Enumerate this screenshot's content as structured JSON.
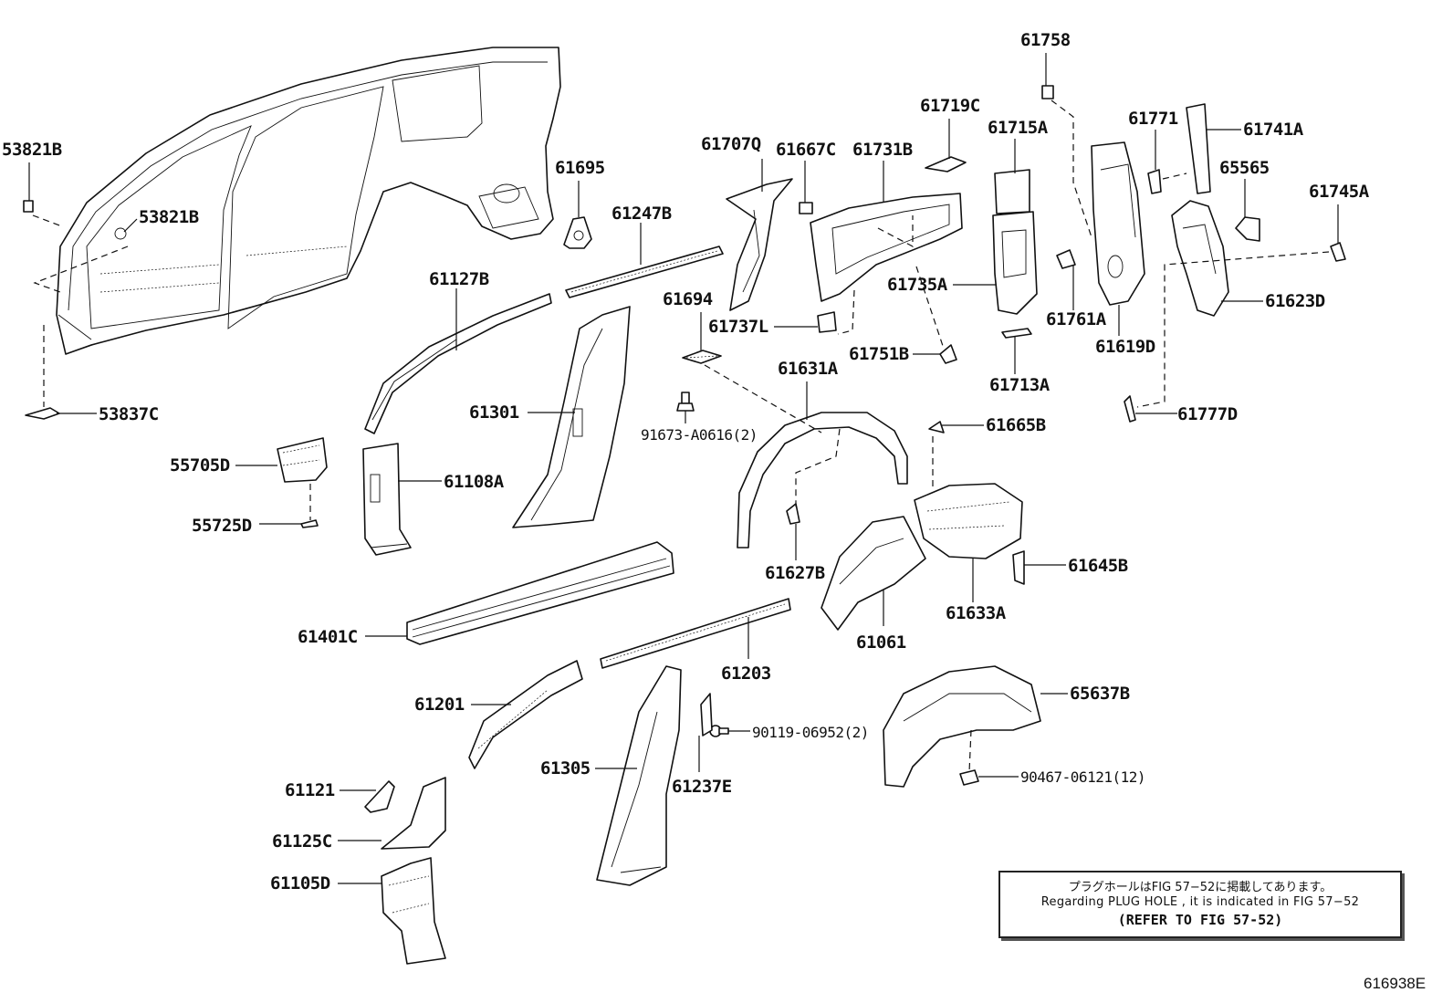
{
  "labels": {
    "p61758": "61758",
    "p53821B_a": "53821B",
    "p53821B_b": "53821B",
    "p53837C": "53837C",
    "p61695": "61695",
    "p61247B": "61247B",
    "p61707Q": "61707Q",
    "p61667C": "61667C",
    "p61731B": "61731B",
    "p61719C": "61719C",
    "p61715A": "61715A",
    "p61771": "61771",
    "p61741A": "61741A",
    "p65565": "65565",
    "p61745A": "61745A",
    "p61127B": "61127B",
    "p61694": "61694",
    "p61737L": "61737L",
    "p61735A": "61735A",
    "p61761A": "61761A",
    "p61619D": "61619D",
    "p61623D": "61623D",
    "p61751B": "61751B",
    "p61713A": "61713A",
    "p61631A": "61631A",
    "p61301": "61301",
    "p91673": "91673-A0616(2)",
    "p61777D": "61777D",
    "p61665B": "61665B",
    "p55705D": "55705D",
    "p61108A": "61108A",
    "p55725D": "55725D",
    "p61627B": "61627B",
    "p61645B": "61645B",
    "p61633A": "61633A",
    "p61061": "61061",
    "p61401C": "61401C",
    "p61203": "61203",
    "p61201": "61201",
    "p65637B": "65637B",
    "p90119": "90119-06952(2)",
    "p61305": "61305",
    "p61237E": "61237E",
    "p90467": "90467-06121(12)",
    "p61121": "61121",
    "p61125C": "61125C",
    "p61105D": "61105D"
  },
  "note": {
    "jp": "プラグホールはFIG 57−52に掲載してあります。",
    "en": "Regarding  PLUG  HOLE , it is indicated in  FIG  57−52",
    "ref": "(REFER TO FIG 57-52)"
  },
  "figure_id": "616938E"
}
